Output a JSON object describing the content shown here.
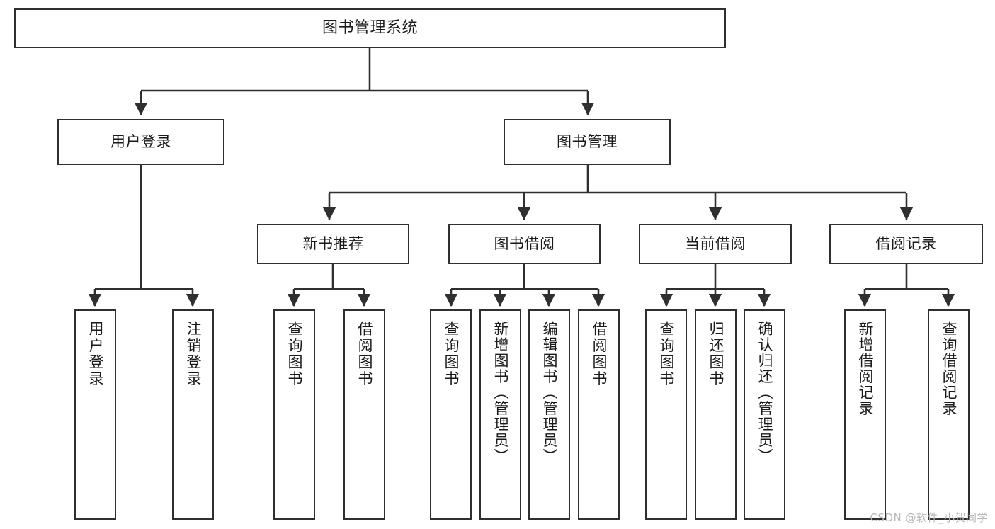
{
  "diagram": {
    "title": "图书管理系统",
    "type": "tree-hierarchy-chart",
    "watermark": "CSDN @软件_小贺同学",
    "levels": {
      "root": {
        "label": "图书管理系统"
      },
      "level2": [
        {
          "label": "用户登录"
        },
        {
          "label": "图书管理"
        }
      ],
      "level3": [
        {
          "label": "新书推荐"
        },
        {
          "label": "图书借阅"
        },
        {
          "label": "当前借阅"
        },
        {
          "label": "借阅记录"
        }
      ],
      "leaves": {
        "user_login": [
          {
            "label": "用户登录"
          },
          {
            "label": "注销登录"
          }
        ],
        "new_book_recommend": [
          {
            "label": "查询图书"
          },
          {
            "label": "借阅图书"
          }
        ],
        "book_borrow": [
          {
            "label": "查询图书"
          },
          {
            "label": "新增图书（管理员）"
          },
          {
            "label": "编辑图书（管理员）"
          },
          {
            "label": "借阅图书"
          }
        ],
        "current_borrow": [
          {
            "label": "查询图书"
          },
          {
            "label": "归还图书"
          },
          {
            "label": "确认归还（管理员）"
          }
        ],
        "borrow_record": [
          {
            "label": "新增借阅记录"
          },
          {
            "label": "查询借阅记录"
          }
        ]
      }
    },
    "colors": {
      "border": "#2f2f2f",
      "background": "#ffffff",
      "text": "#1a1a1a",
      "watermark": "#b9b9b9"
    }
  }
}
